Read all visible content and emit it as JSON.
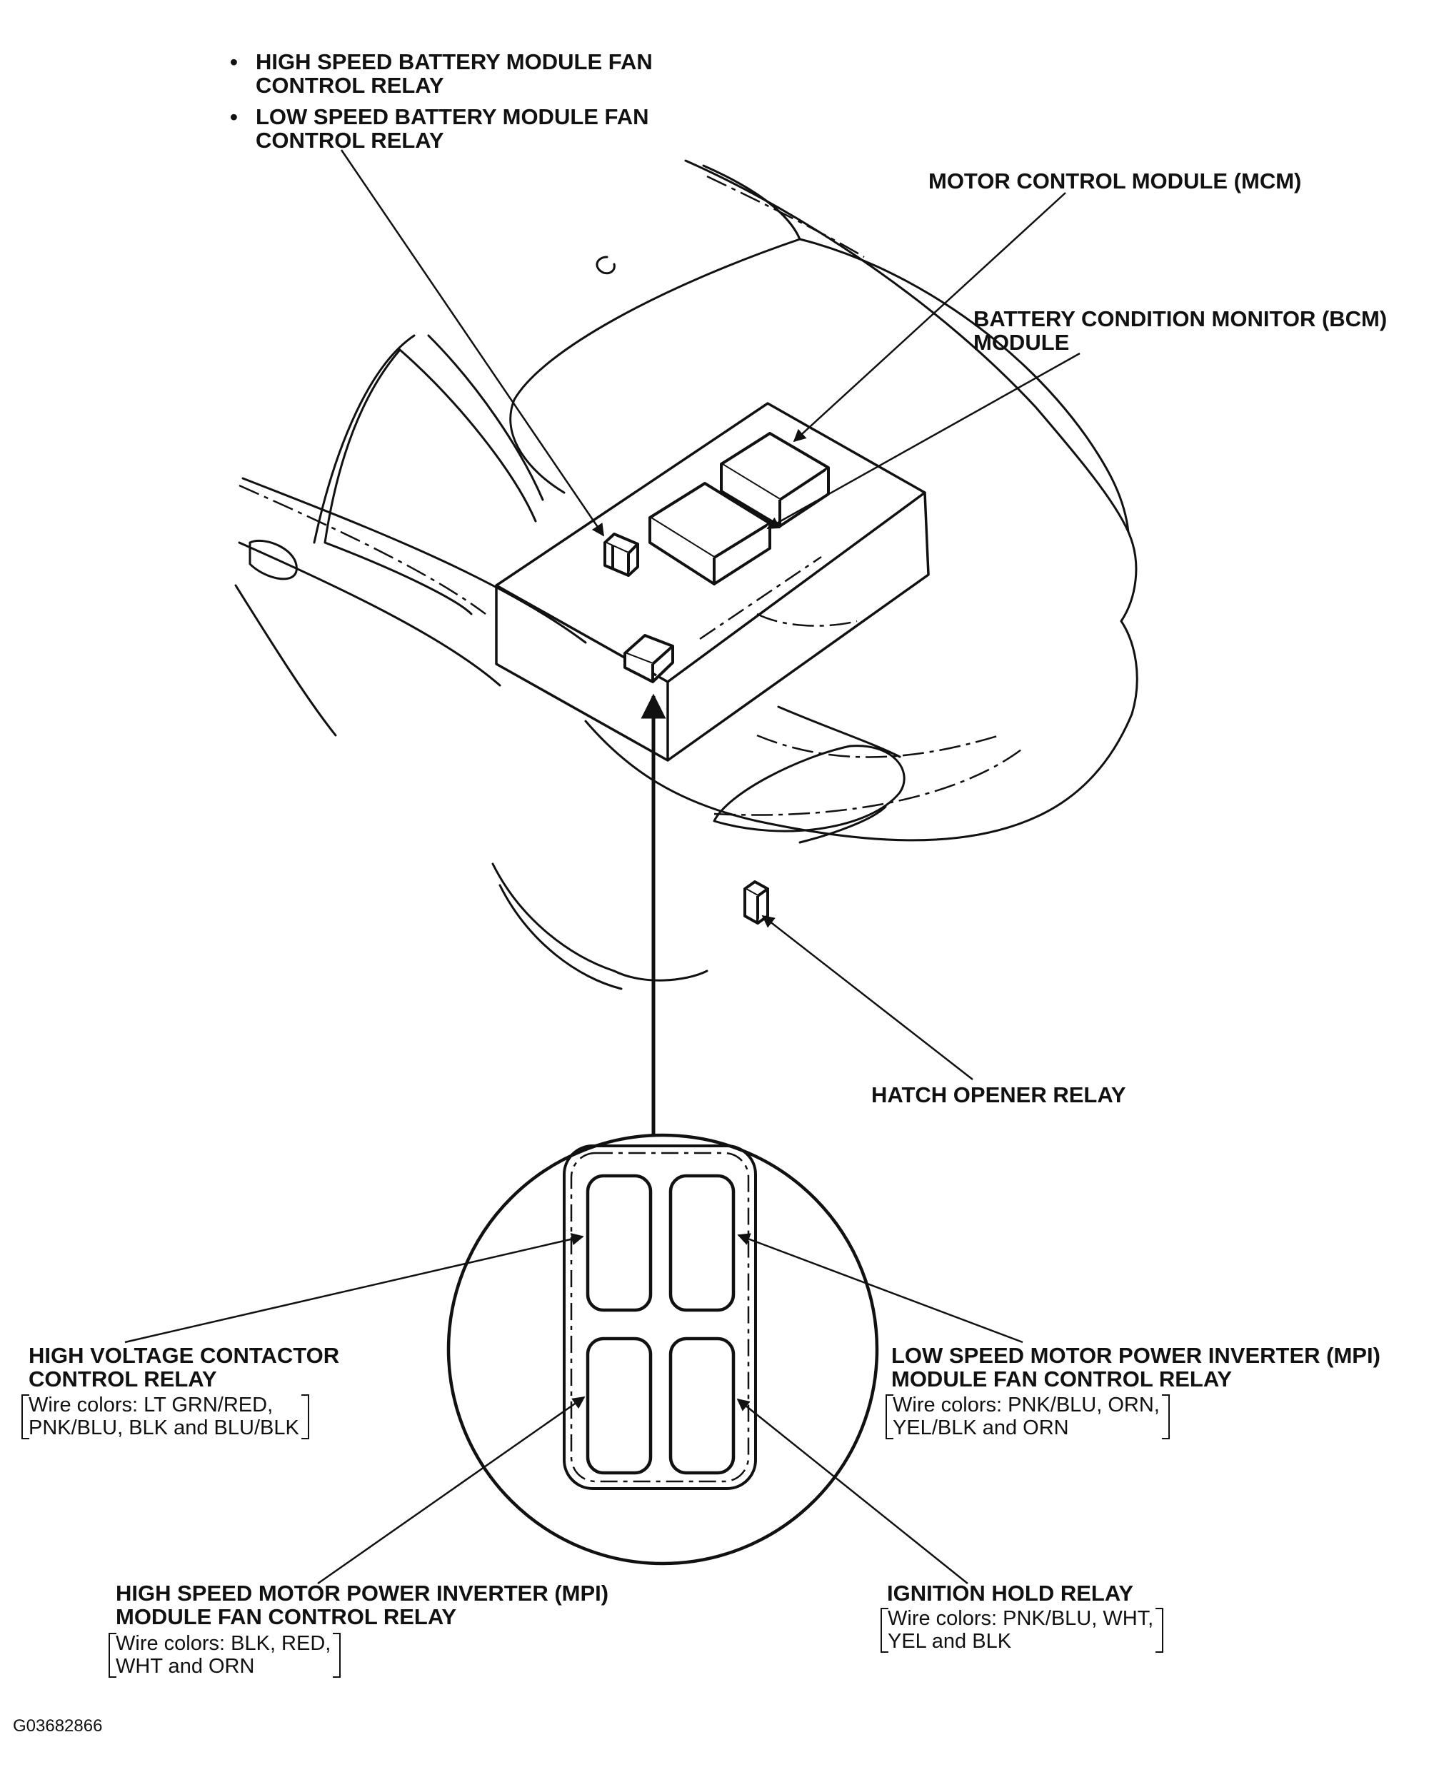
{
  "labels": {
    "hs_battery_fan": [
      "HIGH SPEED BATTERY MODULE FAN",
      "CONTROL RELAY"
    ],
    "ls_battery_fan": [
      "LOW SPEED BATTERY MODULE FAN",
      "CONTROL RELAY"
    ],
    "mcm": "MOTOR CONTROL MODULE (MCM)",
    "bcm": [
      "BATTERY CONDITION MONITOR (BCM)",
      "MODULE"
    ],
    "hatch": "HATCH OPENER RELAY",
    "hv_contactor": {
      "title": [
        "HIGH VOLTAGE CONTACTOR",
        "CONTROL RELAY"
      ],
      "wires": [
        "Wire colors: LT GRN/RED,",
        "PNK/BLU, BLK and BLU/BLK"
      ]
    },
    "ls_mpi": {
      "title": [
        "LOW SPEED MOTOR POWER INVERTER (MPI)",
        "MODULE FAN CONTROL RELAY"
      ],
      "wires": [
        "Wire colors: PNK/BLU, ORN,",
        "YEL/BLK and ORN"
      ]
    },
    "hs_mpi": {
      "title": [
        "HIGH SPEED MOTOR POWER INVERTER (MPI)",
        "MODULE FAN CONTROL RELAY"
      ],
      "wires": [
        "Wire colors: BLK, RED,",
        "WHT and ORN"
      ]
    },
    "ignition": {
      "title": "IGNITION HOLD RELAY",
      "wires": [
        "Wire colors: PNK/BLU, WHT,",
        "YEL and BLK"
      ]
    }
  },
  "figure_id": "G03682866",
  "colors": {
    "ink": "#111111",
    "paper": "#ffffff"
  }
}
